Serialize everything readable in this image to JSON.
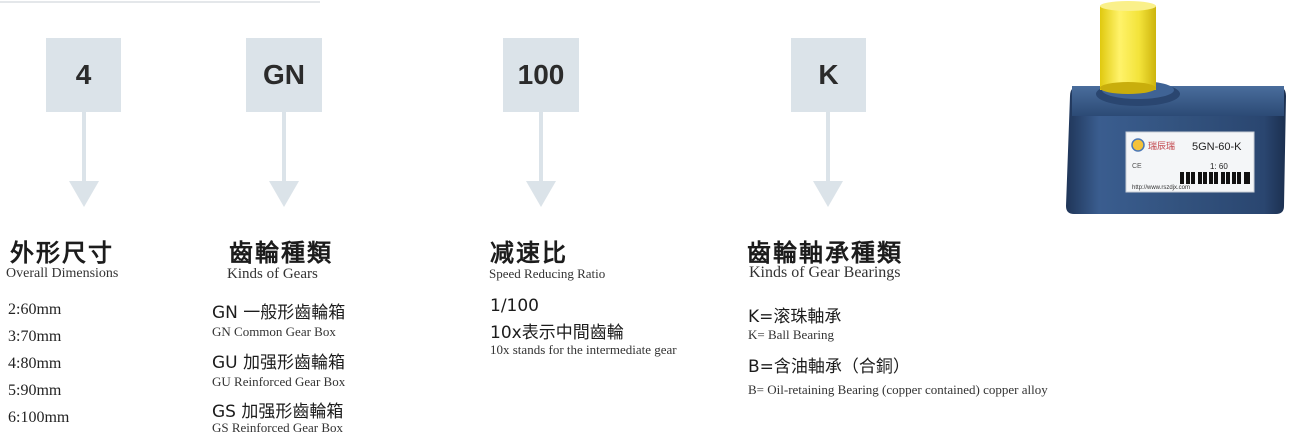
{
  "codes": [
    "4",
    "GN",
    "100",
    "K"
  ],
  "dimensions": {
    "title_cn": "外形尺寸",
    "title_en": "Overall Dimensions",
    "items": [
      "2:60mm",
      "3:70mm",
      "4:80mm",
      "5:90mm",
      "6:100mm"
    ]
  },
  "gear_kinds": {
    "title_cn": "齒輪種類",
    "title_en": "Kinds of Gears",
    "items": [
      {
        "cn": "GN 一般形齒輪箱",
        "en": "GN Common Gear Box"
      },
      {
        "cn": "GU 加强形齒輪箱",
        "en": "GU Reinforced Gear Box"
      },
      {
        "cn": "GS 加强形齒輪箱",
        "en": "GS Reinforced Gear Box"
      }
    ]
  },
  "ratio": {
    "title_cn": "减速比",
    "title_en": "Speed Reducing Ratio",
    "line1": "1/100",
    "line2": "10x表示中間齒輪",
    "note": "10x stands for the intermediate gear"
  },
  "bearings": {
    "title_cn": "齒輪軸承種類",
    "title_en": "Kinds of Gear Bearings",
    "items": [
      {
        "cn": "K=滚珠軸承",
        "en": "K= Ball Bearing"
      },
      {
        "cn": "B=含油軸承（合銅）",
        "en": "B= Oil-retaining Bearing (copper contained) copper alloy"
      }
    ]
  },
  "product_label": {
    "brand": "瑞辰瑞",
    "model": "5GN-60-K",
    "ratio_text": "1: 60",
    "url": "http://www.rszdjx.com",
    "marks": "CE"
  },
  "colors": {
    "box_fill": "#dbe3e9",
    "gearbox_blue": "#2f4d79",
    "shaft_yellow": "#f3e33a"
  }
}
